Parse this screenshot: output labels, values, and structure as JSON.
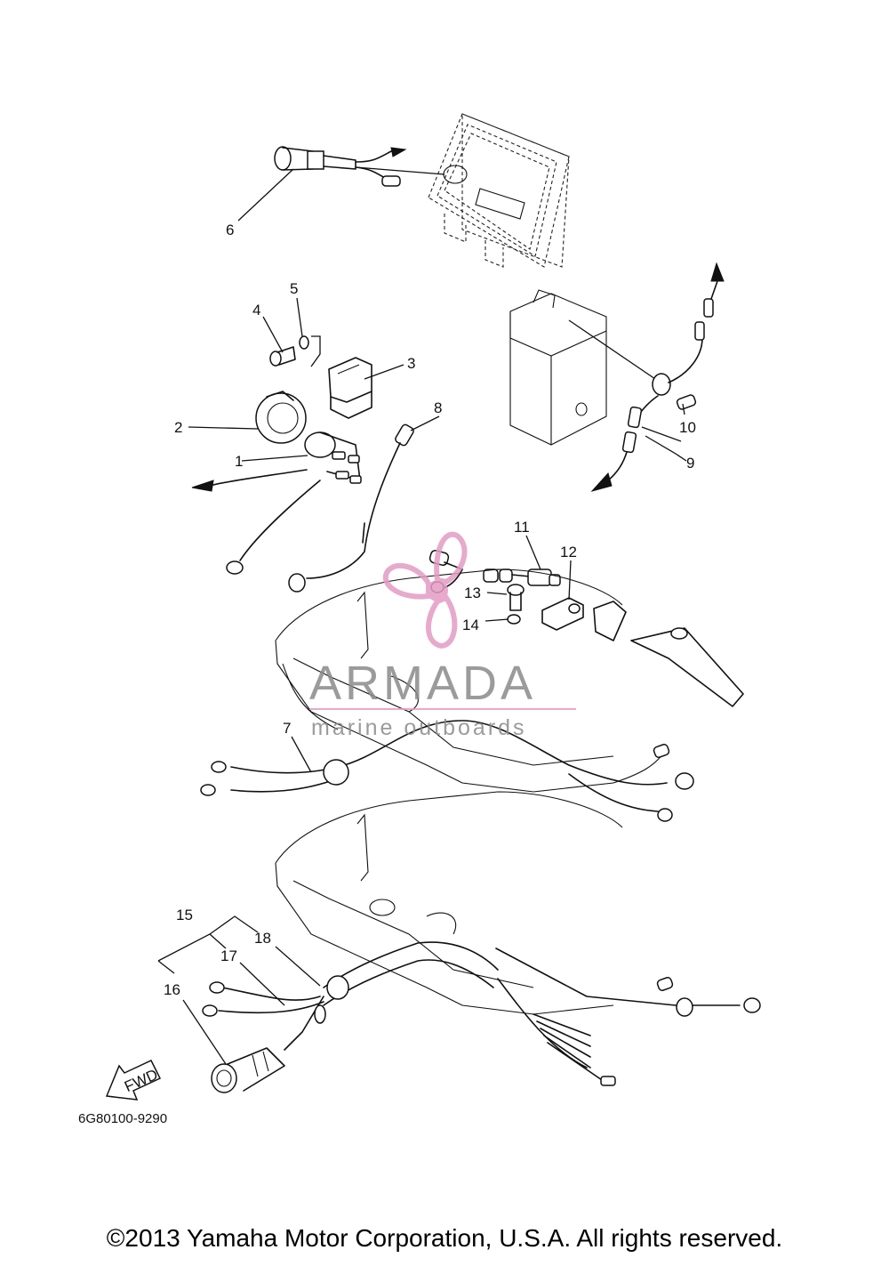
{
  "diagram": {
    "callouts": [
      {
        "id": "1",
        "label": "1"
      },
      {
        "id": "2",
        "label": "2"
      },
      {
        "id": "3",
        "label": "3"
      },
      {
        "id": "4",
        "label": "4"
      },
      {
        "id": "5",
        "label": "5"
      },
      {
        "id": "6",
        "label": "6"
      },
      {
        "id": "7",
        "label": "7"
      },
      {
        "id": "8",
        "label": "8"
      },
      {
        "id": "9",
        "label": "9"
      },
      {
        "id": "10",
        "label": "10"
      },
      {
        "id": "11",
        "label": "11"
      },
      {
        "id": "12",
        "label": "12"
      },
      {
        "id": "13",
        "label": "13"
      },
      {
        "id": "14",
        "label": "14"
      },
      {
        "id": "15",
        "label": "15"
      },
      {
        "id": "16",
        "label": "16"
      },
      {
        "id": "17",
        "label": "17"
      },
      {
        "id": "18",
        "label": "18"
      }
    ],
    "fwd_label": "FWD",
    "diagram_code": "6G80100-9290"
  },
  "watermark": {
    "brand": "ARMADA",
    "tagline": "marine outboards",
    "logo_icon": "propeller-icon",
    "logo_color": "#e39cc4"
  },
  "footer": {
    "copyright": "©2013 Yamaha Motor Corporation, U.S.A. All rights reserved."
  }
}
